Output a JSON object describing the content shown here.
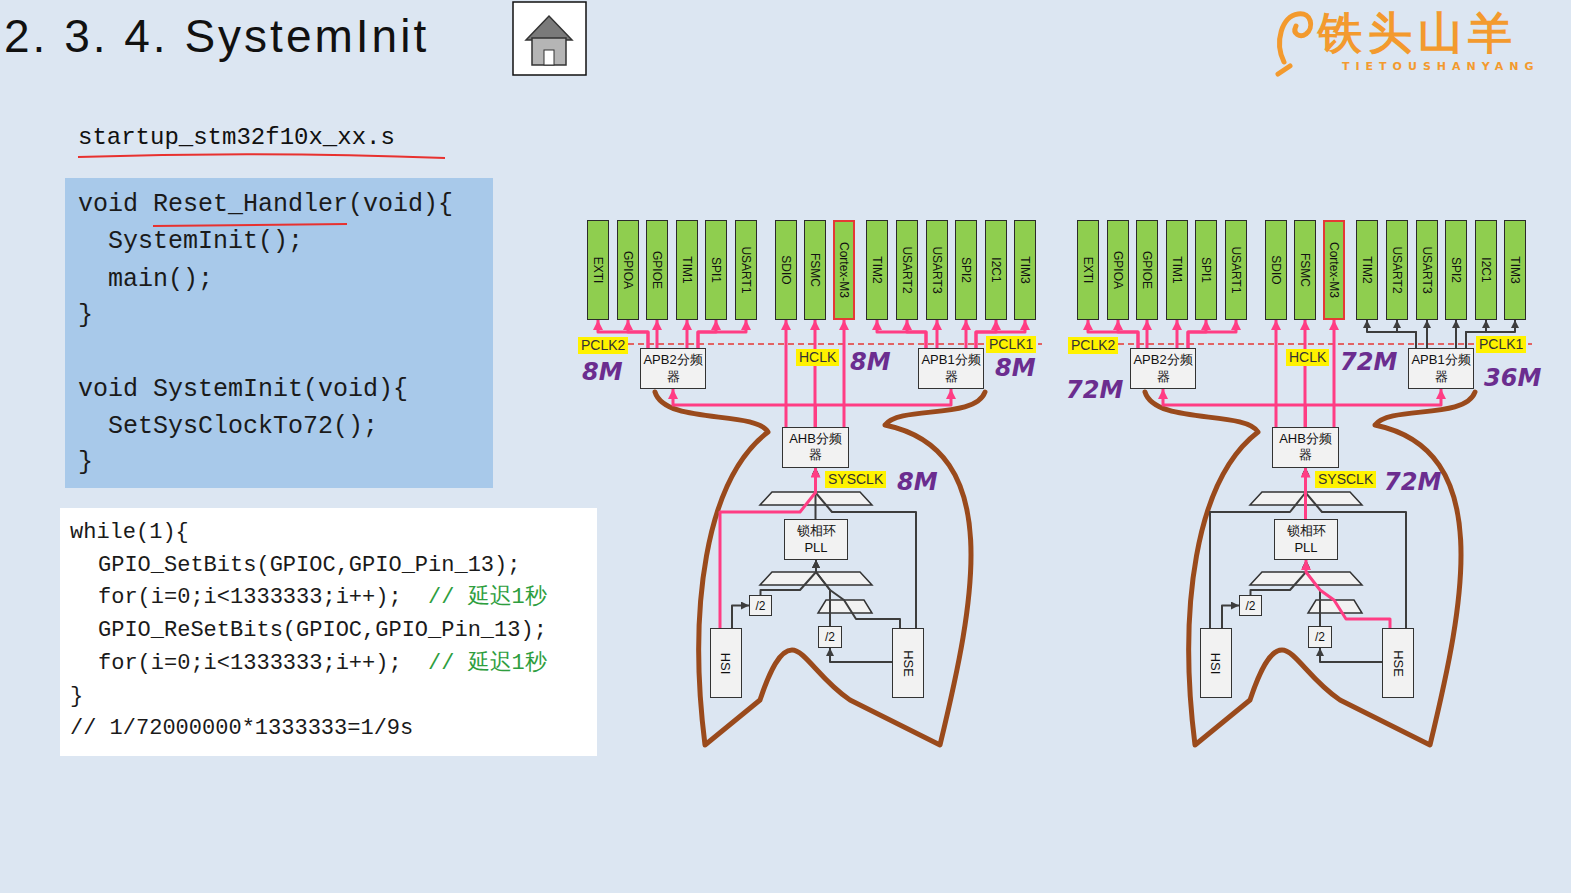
{
  "diagram": {
    "title": "2. 3. 4. SystemInit",
    "nodes": [
      {
        "text": [
          "void Reset_Handler(void){",
          "SystemInit();",
          "main();",
          "}",
          "void SystemInit(void){",
          "SetSysClockTo72();",
          "}"
        ]
      },
      {
        "text": [
          "while(1){",
          "GPIO_SetBits(GPIOC,GPIO_Pin_13);",
          "for(i=0;i<1333333;i++);",
          "// 延迟1秒",
          "GPIO_ReSetBits(GPIOC,GPIO_Pin_13);",
          "for(i=0;i<1333333;i++);",
          "// 延迟1秒",
          "}",
          "// 1/72000000*1333333=1/9s"
        ]
      },
      {
        "text": [
          "EXTI"
        ]
      },
      {
        "text": [
          "GPIOA"
        ]
      },
      {
        "text": [
          "GPIOE"
        ]
      },
      {
        "text": [
          "TIM1"
        ]
      },
      {
        "text": [
          "SPI1"
        ]
      },
      {
        "text": [
          "USART1"
        ]
      },
      {
        "text": [
          "SDIO"
        ]
      },
      {
        "text": [
          "FSMC"
        ]
      },
      {
        "text": [
          "Cortex-M3"
        ]
      },
      {
        "text": [
          "TIM2"
        ]
      },
      {
        "text": [
          "USART2"
        ]
      },
      {
        "text": [
          "USART3"
        ]
      },
      {
        "text": [
          "SPI2"
        ]
      },
      {
        "text": [
          "I2C1"
        ]
      },
      {
        "text": [
          "TIM3"
        ]
      },
      {
        "text": [
          "APB2分频器"
        ]
      },
      {
        "text": [
          "APB1分频器"
        ]
      },
      {
        "text": [
          "AHB分频器"
        ]
      },
      {
        "text": [
          "锁相环",
          "PLL"
        ]
      },
      {
        "text": [
          "/2"
        ]
      },
      {
        "text": [
          "/2"
        ]
      },
      {
        "text": [
          "HSI"
        ]
      },
      {
        "text": [
          "HSE"
        ]
      },
      {
        "text": [
          "EXTI"
        ]
      },
      {
        "text": [
          "GPIOA"
        ]
      },
      {
        "text": [
          "GPIOE"
        ]
      },
      {
        "text": [
          "TIM1"
        ]
      },
      {
        "text": [
          "SPI1"
        ]
      },
      {
        "text": [
          "USART1"
        ]
      },
      {
        "text": [
          "SDIO"
        ]
      },
      {
        "text": [
          "FSMC"
        ]
      },
      {
        "text": [
          "Cortex-M3"
        ]
      },
      {
        "text": [
          "TIM2"
        ]
      },
      {
        "text": [
          "USART2"
        ]
      },
      {
        "text": [
          "USART3"
        ]
      },
      {
        "text": [
          "SPI2"
        ]
      },
      {
        "text": [
          "I2C1"
        ]
      },
      {
        "text": [
          "TIM3"
        ]
      },
      {
        "text": [
          "APB2分频器"
        ]
      },
      {
        "text": [
          "APB1分频器"
        ]
      },
      {
        "text": [
          "AHB分频器"
        ]
      },
      {
        "text": [
          "锁相环",
          "PLL"
        ]
      },
      {
        "text": [
          "/2"
        ]
      },
      {
        "text": [
          "/2"
        ]
      },
      {
        "text": [
          "HSI"
        ]
      },
      {
        "text": [
          "HSE"
        ]
      }
    ],
    "edges": [
      {
        "from": 23,
        "to": 21,
        "arrow": "to"
      },
      {
        "from": 21,
        "to": 20,
        "arrow": "to"
      },
      {
        "from": 24,
        "to": 22,
        "arrow": "to"
      },
      {
        "from": 22,
        "to": 20,
        "arrow": "to"
      },
      {
        "from": 24,
        "to": 20,
        "arrow": "to"
      },
      {
        "from": 23,
        "to": 19,
        "arrow": "to"
      },
      {
        "from": 20,
        "to": 19,
        "arrow": "to"
      },
      {
        "from": 24,
        "to": 19,
        "arrow": "to"
      },
      {
        "from": 19,
        "to": 17,
        "arrow": "to"
      },
      {
        "from": 19,
        "to": 18,
        "arrow": "to"
      },
      {
        "from": 19,
        "to": 8,
        "arrow": "to"
      },
      {
        "from": 19,
        "to": 9,
        "arrow": "to"
      },
      {
        "from": 19,
        "to": 10,
        "arrow": "to"
      },
      {
        "from": 17,
        "to": 2,
        "arrow": "to"
      },
      {
        "from": 17,
        "to": 3,
        "arrow": "to"
      },
      {
        "from": 17,
        "to": 4,
        "arrow": "to"
      },
      {
        "from": 17,
        "to": 5,
        "arrow": "to"
      },
      {
        "from": 17,
        "to": 6,
        "arrow": "to"
      },
      {
        "from": 17,
        "to": 7,
        "arrow": "to"
      },
      {
        "from": 18,
        "to": 11,
        "arrow": "to"
      },
      {
        "from": 18,
        "to": 12,
        "arrow": "to"
      },
      {
        "from": 18,
        "to": 13,
        "arrow": "to"
      },
      {
        "from": 18,
        "to": 14,
        "arrow": "to"
      },
      {
        "from": 18,
        "to": 15,
        "arrow": "to"
      },
      {
        "from": 18,
        "to": 16,
        "arrow": "to"
      },
      {
        "from": 46,
        "to": 44,
        "arrow": "to"
      },
      {
        "from": 44,
        "to": 43,
        "arrow": "to"
      },
      {
        "from": 47,
        "to": 45,
        "arrow": "to"
      },
      {
        "from": 45,
        "to": 43,
        "arrow": "to"
      },
      {
        "from": 47,
        "to": 43,
        "arrow": "to"
      },
      {
        "from": 46,
        "to": 42,
        "arrow": "to"
      },
      {
        "from": 43,
        "to": 42,
        "arrow": "to"
      },
      {
        "from": 47,
        "to": 42,
        "arrow": "to"
      },
      {
        "from": 42,
        "to": 40,
        "arrow": "to"
      },
      {
        "from": 42,
        "to": 41,
        "arrow": "to"
      },
      {
        "from": 42,
        "to": 31,
        "arrow": "to"
      },
      {
        "from": 42,
        "to": 32,
        "arrow": "to"
      },
      {
        "from": 42,
        "to": 33,
        "arrow": "to"
      },
      {
        "from": 40,
        "to": 25,
        "arrow": "to"
      },
      {
        "from": 40,
        "to": 26,
        "arrow": "to"
      },
      {
        "from": 40,
        "to": 27,
        "arrow": "to"
      },
      {
        "from": 40,
        "to": 28,
        "arrow": "to"
      },
      {
        "from": 40,
        "to": 29,
        "arrow": "to"
      },
      {
        "from": 40,
        "to": 30,
        "arrow": "to"
      },
      {
        "from": 41,
        "to": 34,
        "arrow": "to"
      },
      {
        "from": 41,
        "to": 35,
        "arrow": "to"
      },
      {
        "from": 41,
        "to": 36,
        "arrow": "to"
      },
      {
        "from": 41,
        "to": 37,
        "arrow": "to"
      },
      {
        "from": 41,
        "to": 38,
        "arrow": "to"
      },
      {
        "from": 41,
        "to": 39,
        "arrow": "to"
      }
    ],
    "labels": [
      "铁头山羊",
      "TIETOUSHANYANG",
      "startup_stm32f10x_xx.s",
      "PCLK2",
      "8M",
      "HCLK",
      "8M",
      "PCLK1",
      "8M",
      "SYSCLK",
      "8M",
      "PCLK2",
      "72M",
      "HCLK",
      "72M",
      "PCLK1",
      "36M",
      "SYSCLK",
      "72M"
    ]
  }
}
